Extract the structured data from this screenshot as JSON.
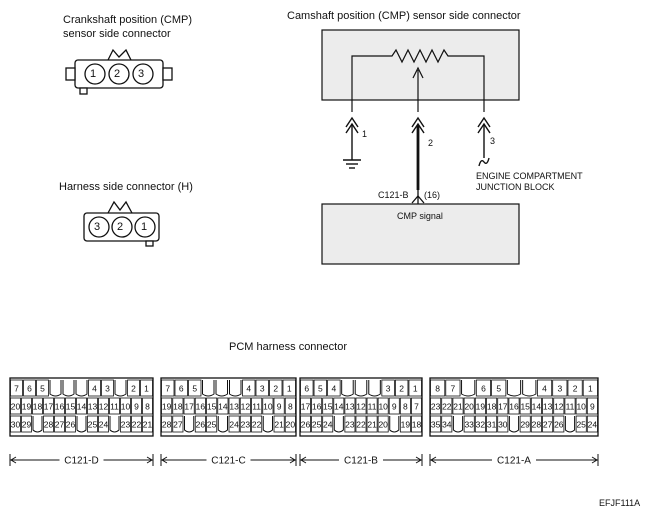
{
  "crank": {
    "title_line1": "Crankshaft position (CMP)",
    "title_line2": "sensor side connector",
    "pins": [
      "1",
      "2",
      "3"
    ]
  },
  "harness": {
    "title": "Harness side connector (H)",
    "pins": [
      "3",
      "2",
      "1"
    ]
  },
  "cam": {
    "title": "Camshaft position (CMP) sensor side connector",
    "wire_labels": [
      "1",
      "2",
      "3"
    ],
    "ground_note_line1": "ENGINE COMPARTMENT",
    "ground_note_line2": "JUNCTION BLOCK",
    "pcm_pin": "C121-B",
    "pcm_pin_num": "(16)",
    "pcm_box_label": "CMP signal"
  },
  "pcm": {
    "title": "PCM harness connector",
    "connectors": [
      {
        "label": "C121-D",
        "rows": [
          [
            "7",
            "6",
            "5",
            "",
            "",
            "",
            "4",
            "3",
            "",
            "2",
            "1"
          ],
          [
            "20",
            "19",
            "18",
            "17",
            "16",
            "15",
            "14",
            "13",
            "12",
            "11",
            "10",
            "9",
            "8"
          ],
          [
            "30",
            "29",
            "",
            "28",
            "27",
            "26",
            "",
            "25",
            "24",
            "",
            "23",
            "22",
            "21"
          ]
        ]
      },
      {
        "label": "C121-C",
        "rows": [
          [
            "7",
            "6",
            "5",
            "",
            "",
            "",
            "4",
            "3",
            "2",
            "1"
          ],
          [
            "19",
            "18",
            "17",
            "16",
            "15",
            "14",
            "13",
            "12",
            "11",
            "10",
            "9",
            "8"
          ],
          [
            "28",
            "27",
            "",
            "26",
            "25",
            "",
            "24",
            "23",
            "22",
            "",
            "21",
            "20"
          ]
        ]
      },
      {
        "label": "C121-B",
        "rows": [
          [
            "6",
            "5",
            "4",
            "",
            "",
            "",
            "3",
            "2",
            "1"
          ],
          [
            "17",
            "16",
            "15",
            "14",
            "13",
            "12",
            "11",
            "10",
            "9",
            "8",
            "7"
          ],
          [
            "26",
            "25",
            "24",
            "",
            "23",
            "22",
            "21",
            "20",
            "",
            "19",
            "18"
          ]
        ]
      },
      {
        "label": "C121-A",
        "rows": [
          [
            "8",
            "7",
            "",
            "6",
            "5",
            "",
            "",
            "4",
            "3",
            "2",
            "1"
          ],
          [
            "23",
            "22",
            "21",
            "20",
            "19",
            "18",
            "17",
            "16",
            "15",
            "14",
            "13",
            "12",
            "11",
            "10",
            "9"
          ],
          [
            "35",
            "34",
            "",
            "33",
            "32",
            "31",
            "30",
            "",
            "29",
            "28",
            "27",
            "26",
            "",
            "25",
            "24"
          ]
        ]
      }
    ]
  },
  "figure_code": "EFJF111A"
}
